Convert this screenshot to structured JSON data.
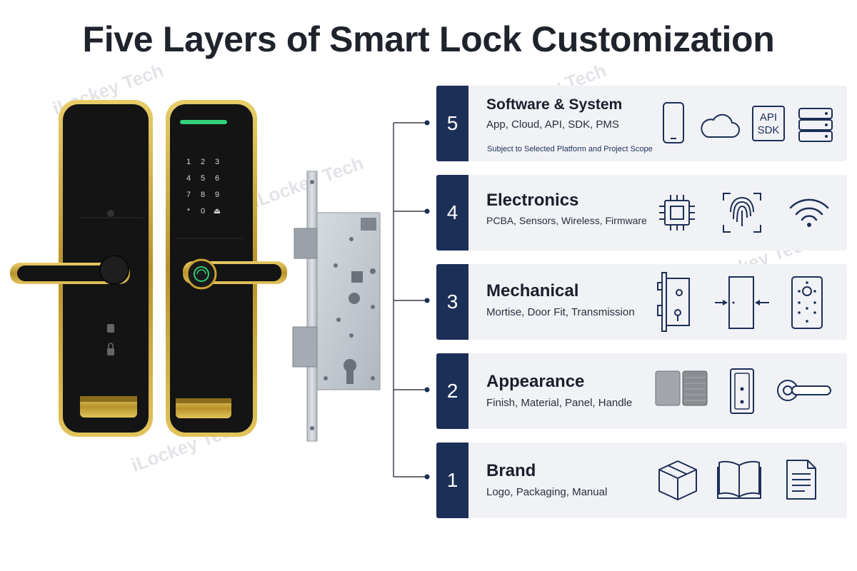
{
  "title": "Five Layers of Smart Lock Customization",
  "watermark": "iLockey Tech",
  "keypad": [
    "1",
    "2",
    "3",
    "4",
    "5",
    "6",
    "7",
    "8",
    "9",
    "*",
    "0",
    "⏏"
  ],
  "layers": [
    {
      "number": "5",
      "name": "Software & System",
      "description": "App, Cloud, API, SDK, PMS",
      "note": "Subject to Selected Platform and Project Scope",
      "icons": [
        "smartphone-icon",
        "cloud-icon",
        "api-sdk-icon",
        "server-icon"
      ],
      "icon_text": [
        "API",
        "SDK"
      ]
    },
    {
      "number": "4",
      "name": "Electronics",
      "description": "PCBA, Sensors, Wireless, Firmware",
      "icons": [
        "chip-icon",
        "fingerprint-icon",
        "wifi-icon"
      ]
    },
    {
      "number": "3",
      "name": "Mechanical",
      "description": "Mortise, Door Fit, Transmission",
      "icons": [
        "mortise-icon",
        "door-fit-icon",
        "mounting-plate-icon"
      ]
    },
    {
      "number": "2",
      "name": "Appearance",
      "description": "Finish, Material, Panel, Handle",
      "icons": [
        "finish-swatches-icon",
        "panel-icon",
        "handle-icon"
      ]
    },
    {
      "number": "1",
      "name": "Brand",
      "description": "Logo, Packaging, Manual",
      "icons": [
        "package-box-icon",
        "manual-book-icon",
        "document-icon"
      ]
    }
  ],
  "colors": {
    "navy": "#1c2f57",
    "card_bg": "#f1f2f6",
    "gold": "#c9a234",
    "lock_body": "#141414",
    "mortise": "#c7ccd1"
  }
}
